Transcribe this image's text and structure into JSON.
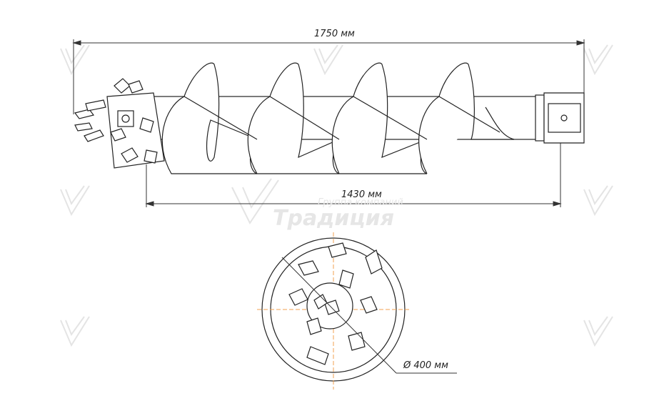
{
  "dimensions": {
    "total_length": "1750 мм",
    "flight_length": "1430 мм",
    "diameter": "Ø 400 мм"
  },
  "watermark": {
    "subtitle": "Группа компаний",
    "brand": "Традиция"
  },
  "colors": {
    "line": "#222222",
    "centerline": "#f0a050",
    "watermark": "#e6e6e6"
  }
}
